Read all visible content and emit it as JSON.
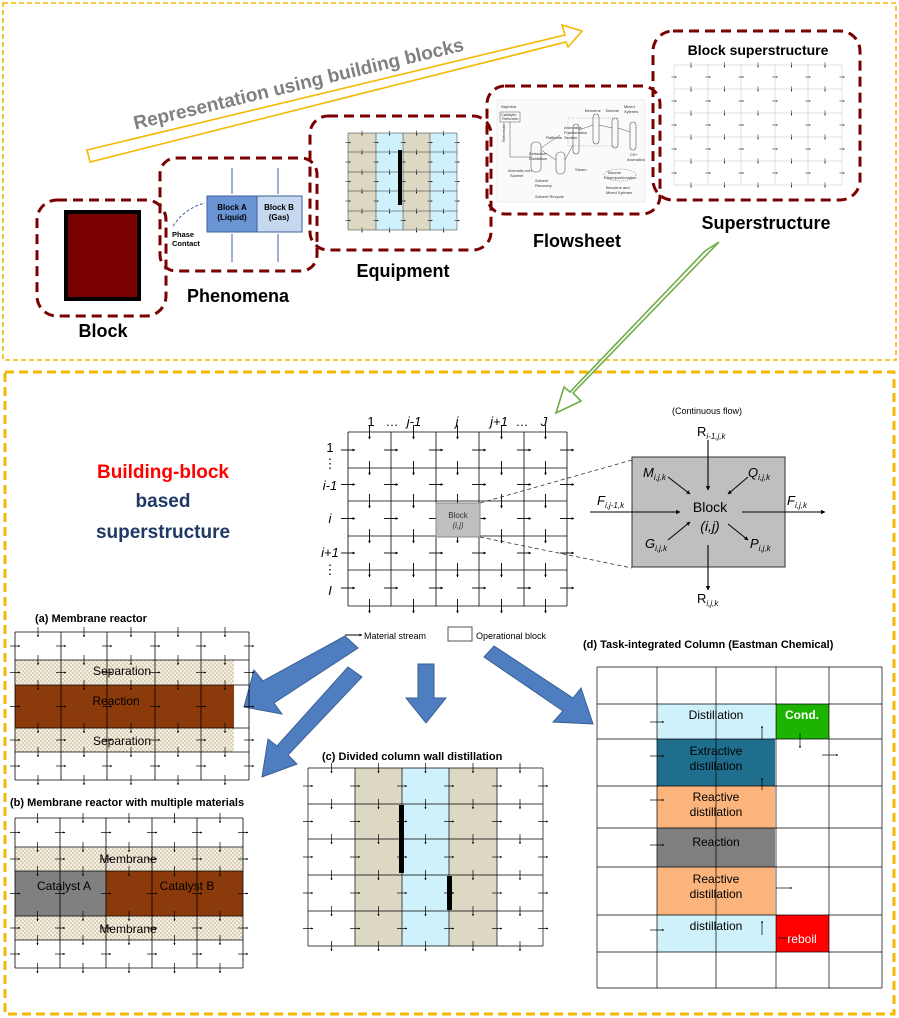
{
  "top": {
    "arrow_text": "Representation using building blocks",
    "labels": {
      "block": "Block",
      "phenomena": "Phenomena",
      "equipment": "Equipment",
      "flowsheet": "Flowsheet",
      "superstructure": "Superstructure",
      "block_superstructure": "Block superstructure"
    },
    "phenomena": {
      "block_a_1": "Block A",
      "block_a_2": "(Liquid)",
      "block_b_1": "Block B",
      "block_b_2": "(Gas)",
      "phase_1": "Phase",
      "phase_2": "Contact"
    },
    "flowsheet_text": {
      "naphtha": "Naphtha",
      "catalytic_1": "Catalytic",
      "catalytic_2": "Reformer",
      "extractive_1": "Extractive",
      "extractive_2": "Distillation",
      "solvent_1": "Solvent",
      "solvent_2": "Recovery",
      "raffinate": "Raffinate",
      "aromatics_1": "Aromatics",
      "aromatics_2": "Fractionation",
      "aromatics_3": "Section",
      "benzene": "Benzene",
      "toluene": "Toluene",
      "mixed_1": "Mixed",
      "mixed_2": "Xylenes",
      "c9": "C9+",
      "c9b": "Aromatics",
      "steam": "Steam",
      "solvent_recycle": "Solvent Recycle",
      "arom_rich": "Aromatic-rich",
      "arom_rich2": "Solvent",
      "toluene_1": "Toluene",
      "toluene_2": "Disproportionation",
      "benzene_mixed_1": "Benzene and",
      "benzene_mixed_2": "Mixed Xylenes",
      "ref": "Reformate"
    }
  },
  "center": {
    "title_line1": "Building-block",
    "title_line2": "based",
    "title_line3": "superstructure",
    "col_headers": [
      "1",
      "…",
      "j-1",
      "j",
      "j+1",
      "…",
      "J"
    ],
    "row_headers": [
      "1",
      "⋮",
      "i-1",
      "i",
      "i+1",
      "⋮",
      "I"
    ],
    "grid_block_1": "Block",
    "grid_block_2": "(i,j)",
    "legend_stream": "Material stream",
    "legend_block": "Operational block",
    "detail": {
      "continuous": "(Continuous flow)",
      "block_1": "Block",
      "block_2": "(i,j)",
      "r_top": "Ri-1,j,k",
      "r_bottom": "Ri,j,k",
      "f_in": "Fi,j-1,k",
      "f_out": "Fi,j,k",
      "m": "Mi,j,k",
      "q": "Qi,j,k",
      "g": "Gi,j,k",
      "p": "Pi,j,k"
    }
  },
  "panels": {
    "a": {
      "title": "(a) Membrane reactor",
      "sep_top": "Separation",
      "reaction": "Reaction",
      "sep_bottom": "Separation"
    },
    "b": {
      "title": "(b) Membrane reactor with multiple materials",
      "membrane_top": "Membrane",
      "cat_a": "Catalyst A",
      "cat_b": "Catalyst B",
      "membrane_bottom": "Membrane"
    },
    "c": {
      "title": "(c) Divided column wall distillation"
    },
    "d": {
      "title": "(d) Task-integrated Column (Eastman Chemical)",
      "distillation": "Distillation",
      "cond": "Cond.",
      "extractive_1": "Extractive",
      "extractive_2": "distillation",
      "reactive1_1": "Reactive",
      "reactive1_2": "distillation",
      "reaction": "Reaction",
      "reactive2_1": "Reactive",
      "reactive2_2": "distillation",
      "distillation2": "distillation",
      "reboil": "reboil"
    }
  },
  "colors": {
    "dark_red": "#7B0000",
    "frame_yellow": "#F5B800",
    "liquid_blue": "#CFF1FB",
    "tan": "#DDD8C4",
    "reaction_brown": "#8B3A0B",
    "blue_arrow": "#4F7EC0",
    "green": "#1CB400",
    "red": "#FF0000",
    "peach": "#FAB47C",
    "dark_teal": "#1F6E8E",
    "gray_block": "#7F7F7F",
    "title_red": "#FF0000",
    "title_navy": "#1F3864"
  }
}
